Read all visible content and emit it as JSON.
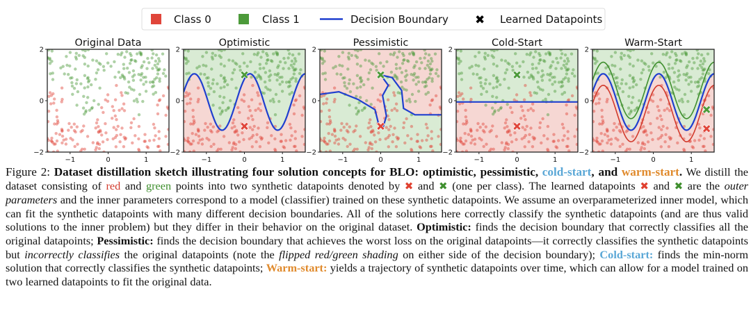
{
  "legend": {
    "class0": "Class 0",
    "class1": "Class 1",
    "boundary": "Decision Boundary",
    "learned": "Learned Datapoints"
  },
  "colors": {
    "red": "#e0453a",
    "green": "#4c9a3a",
    "boundary": "#1f3fcf",
    "warm": "#e08a2c",
    "cold": "#5aa7d6"
  },
  "panels": [
    {
      "title": "Original Data",
      "shading": "none"
    },
    {
      "title": "Optimistic",
      "shading": "correct"
    },
    {
      "title": "Pessimistic",
      "shading": "flipped"
    },
    {
      "title": "Cold-Start",
      "shading": "flat"
    },
    {
      "title": "Warm-Start",
      "shading": "correct"
    }
  ],
  "chart_data": {
    "type": "scatter",
    "panels": [
      "Original Data",
      "Optimistic",
      "Pessimistic",
      "Cold-Start",
      "Warm-Start"
    ],
    "x_ticks": [
      "−1",
      "0",
      "1"
    ],
    "y_ticks": [
      "−2",
      "0",
      "2"
    ],
    "xlim": [
      -1.6,
      1.6
    ],
    "ylim": [
      -2,
      2
    ],
    "series": [
      {
        "name": "Class 0"
      },
      {
        "name": "Class 1"
      },
      {
        "name": "Decision Boundary"
      },
      {
        "name": "Learned Datapoints"
      }
    ],
    "learned_points": [
      {
        "panel": "Optimistic",
        "class0": [
          0,
          -1
        ],
        "class1": [
          0,
          1
        ]
      },
      {
        "panel": "Pessimistic",
        "class0": [
          0,
          -1
        ],
        "class1": [
          0,
          1
        ]
      },
      {
        "panel": "Cold-Start",
        "class0": [
          0,
          -1
        ],
        "class1": [
          0,
          1
        ]
      },
      {
        "panel": "Warm-Start",
        "class0": [
          1.4,
          -1.1
        ],
        "class1": [
          1.4,
          -0.35
        ]
      }
    ]
  },
  "caption": {
    "figure_label": "Figure 2:",
    "title_a": "Dataset distillation sketch illustrating four solution concepts for BLO: optimistic, pessimistic,",
    "title_cold": "cold-start",
    "title_b": ", and",
    "title_warm": "warm-start",
    "title_end": ".",
    "s1": "We distill the dataset consisting of",
    "red_word": "red",
    "and_word": "and",
    "green_word": "green",
    "s2": "points into two synthetic datapoints denoted by",
    "and2": "and",
    "s3": "(one per class). The learned datapoints",
    "and3": "and",
    "s4": "are the",
    "outer": "outer parameters",
    "s5": "and the inner parameters correspond to a model (classifier) trained on these synthetic datapoints. We assume an overparameterized inner model, which can fit the synthetic datapoints with many different decision boundaries. All of the solutions here correctly classify the synthetic datapoints (and are thus valid solutions to the inner problem) but they differ in their behavior on the original dataset.",
    "opt_label": "Optimistic:",
    "opt_text": "finds the decision boundary that correctly classifies all the original datapoints;",
    "pes_label": "Pessimistic:",
    "pes_text_a": "finds the decision boundary that achieves the worst loss on the original datapoints—it correctly classifies the synthetic datapoints but",
    "incorrect": "incorrectly classifies",
    "pes_text_b": "the original datapoints (note the",
    "flipped": "flipped red/green shading",
    "pes_text_c": "on either side of the decision boundary);",
    "cold_label": "Cold-start:",
    "cold_text": "finds the min-norm solution that correctly classifies the synthetic datapoints;",
    "warm_label": "Warm-start:",
    "warm_text": "yields a trajectory of synthetic datapoints over time, which can allow for a model trained on two learned datapoints to fit the original data.",
    "x_glyph": "✖"
  }
}
